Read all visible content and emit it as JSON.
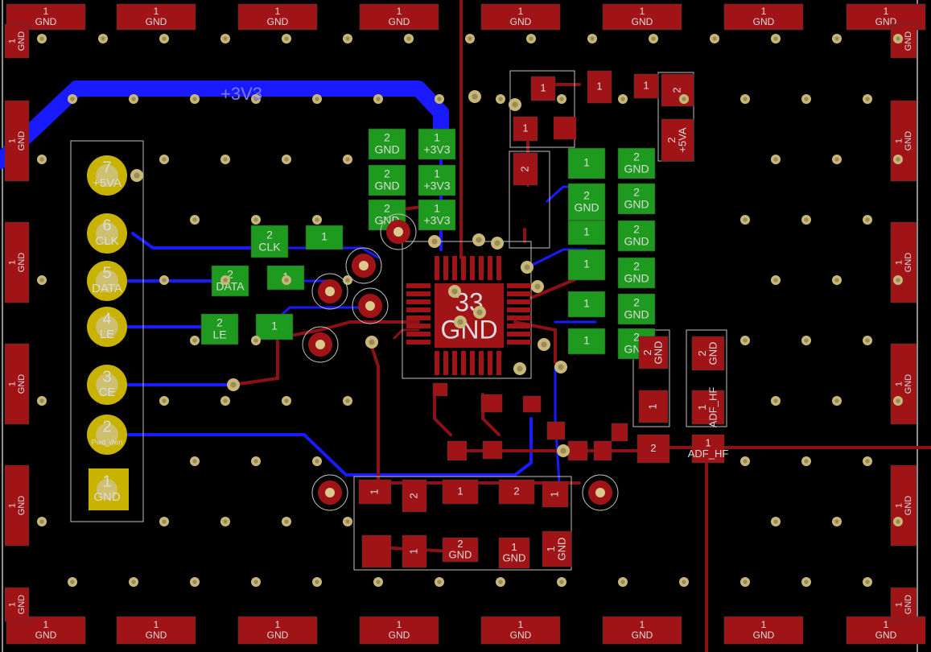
{
  "colors": {
    "background": "#000000",
    "front_copper": "#8c1114",
    "front_copper_pad": "#a01418",
    "back_copper": "#1a1aff",
    "back_pad": "#1e9a1e",
    "via_ring": "#c8b878",
    "via_hole": "#9a8a5a",
    "via_center": "#e8e0b0",
    "silkscreen": "#dcdcdc",
    "connector_pad": "#c8b400",
    "outline": "#bfbfbf"
  },
  "net_label": "+3V3",
  "ic_labels": {
    "pin": "33",
    "net": "GND"
  },
  "edge_pads_top": [
    {
      "pin": "1",
      "net": "GND"
    },
    {
      "pin": "1",
      "net": "GND"
    },
    {
      "pin": "1",
      "net": "GND"
    },
    {
      "pin": "1",
      "net": "GND"
    },
    {
      "pin": "1",
      "net": "GND"
    },
    {
      "pin": "1",
      "net": "GND"
    },
    {
      "pin": "1",
      "net": "GND"
    },
    {
      "pin": "1",
      "net": "GND"
    }
  ],
  "edge_pads_bottom": [
    {
      "pin": "1",
      "net": "GND"
    },
    {
      "pin": "1",
      "net": "GND"
    },
    {
      "pin": "1",
      "net": "GND"
    },
    {
      "pin": "1",
      "net": "GND"
    },
    {
      "pin": "1",
      "net": "GND"
    },
    {
      "pin": "1",
      "net": "GND"
    },
    {
      "pin": "1",
      "net": "GND"
    },
    {
      "pin": "1",
      "net": "GND"
    }
  ],
  "edge_pads_left": [
    {
      "pin": "1",
      "net": "GND"
    },
    {
      "pin": "1",
      "net": "GND"
    },
    {
      "pin": "1",
      "net": "GND"
    },
    {
      "pin": "1",
      "net": "GND"
    },
    {
      "pin": "1",
      "net": "GND"
    },
    {
      "pin": "1",
      "net": "GND"
    }
  ],
  "edge_pads_right": [
    {
      "pin": "1",
      "net": "GND"
    },
    {
      "pin": "1",
      "net": "GND"
    },
    {
      "pin": "1",
      "net": "GND"
    },
    {
      "pin": "1",
      "net": "GND"
    },
    {
      "pin": "1",
      "net": "GND"
    },
    {
      "pin": "1",
      "net": "GND"
    }
  ],
  "corner_pads": [
    {
      "pin": "1",
      "net": "GND"
    },
    {
      "pin": "1",
      "net": "GND"
    },
    {
      "pin": "1",
      "net": "GND"
    },
    {
      "pin": "1",
      "net": "GND"
    }
  ],
  "connector_pins": [
    {
      "pin": "7",
      "net": "+5VA"
    },
    {
      "pin": "6",
      "net": "CLK"
    },
    {
      "pin": "5",
      "net": "DATA"
    },
    {
      "pin": "4",
      "net": "LE"
    },
    {
      "pin": "3",
      "net": "CE"
    },
    {
      "pin": "2",
      "net": "Pwd_dwn"
    },
    {
      "pin": "1",
      "net": "GND"
    }
  ],
  "back_pads": [
    {
      "pin": "2",
      "net": "GND"
    },
    {
      "pin": "1",
      "net": "+3V3"
    },
    {
      "pin": "2",
      "net": "GND"
    },
    {
      "pin": "1",
      "net": "+3V3"
    },
    {
      "pin": "2",
      "net": "GND"
    },
    {
      "pin": "1",
      "net": "+3V3"
    },
    {
      "pin": "2",
      "net": "CLK"
    },
    {
      "pin": "1",
      "net": ""
    },
    {
      "pin": "2",
      "net": "DATA"
    },
    {
      "pin": "1",
      "net": ""
    },
    {
      "pin": "2",
      "net": "LE"
    },
    {
      "pin": "1",
      "net": ""
    },
    {
      "pin": "1",
      "net": ""
    },
    {
      "pin": "2",
      "net": "GND"
    },
    {
      "pin": "2",
      "net": "GND"
    },
    {
      "pin": "2",
      "net": "GND"
    },
    {
      "pin": "1",
      "net": ""
    },
    {
      "pin": "2",
      "net": "GND"
    },
    {
      "pin": "1",
      "net": ""
    },
    {
      "pin": "2",
      "net": "GND"
    },
    {
      "pin": "1",
      "net": ""
    },
    {
      "pin": "2",
      "net": "GND"
    },
    {
      "pin": "1",
      "net": ""
    },
    {
      "pin": "2",
      "net": "GND"
    },
    {
      "pin": "2",
      "net": "GND"
    },
    {
      "pin": "1",
      "net": ""
    }
  ],
  "front_pads": [
    {
      "pin": "1",
      "net": ""
    },
    {
      "pin": "1",
      "net": ""
    },
    {
      "pin": "1",
      "net": ""
    },
    {
      "pin": "2",
      "net": ""
    },
    {
      "pin": "1",
      "net": ""
    },
    {
      "pin": "2",
      "net": "+5VA"
    },
    {
      "pin": "2",
      "net": "GND"
    },
    {
      "pin": "2",
      "net": "GND"
    },
    {
      "pin": "1",
      "net": ""
    },
    {
      "pin": "1",
      "net": "ADF_HF"
    },
    {
      "pin": "2",
      "net": ""
    },
    {
      "pin": "1",
      "net": "ADF_HF"
    },
    {
      "pin": "1",
      "net": ""
    },
    {
      "pin": "2",
      "net": ""
    },
    {
      "pin": "1",
      "net": ""
    },
    {
      "pin": "2",
      "net": ""
    },
    {
      "pin": "1",
      "net": ""
    },
    {
      "pin": "2",
      "net": "GND"
    },
    {
      "pin": "1",
      "net": ""
    },
    {
      "pin": "2",
      "net": ""
    },
    {
      "pin": "1",
      "net": "GND"
    },
    {
      "pin": "1",
      "net": "GND"
    }
  ]
}
